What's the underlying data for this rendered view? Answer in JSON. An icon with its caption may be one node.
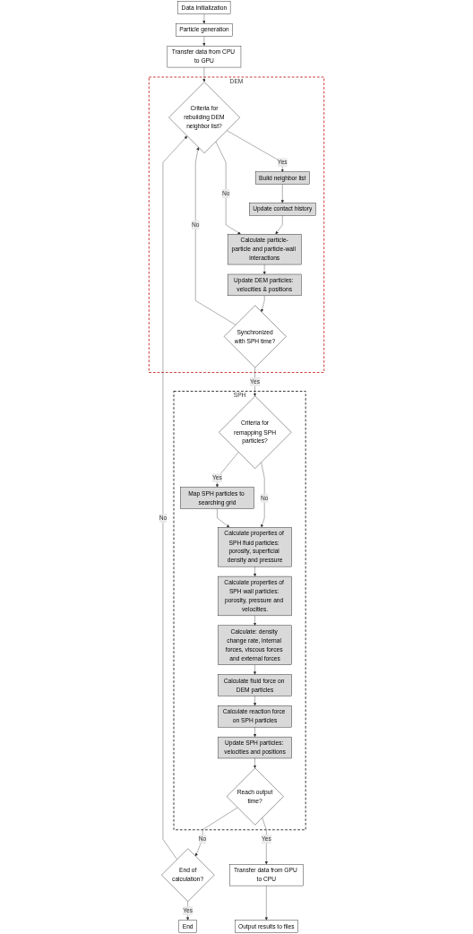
{
  "diagram": {
    "nodes": [
      {
        "text": [
          "Data Initialization"
        ]
      },
      {
        "text": [
          "Particle generation"
        ]
      },
      {
        "text": [
          "Transfer data from CPU to GPU"
        ]
      },
      {
        "text": [
          "DEM"
        ]
      },
      {
        "text": [
          "Criteria for rebuilding DEM neighbor list?"
        ],
        "in": 3
      },
      {
        "text": [
          "Build neighbor list"
        ],
        "in": 3
      },
      {
        "text": [
          "Update contact history"
        ],
        "in": 3
      },
      {
        "text": [
          "Calculate particle-particle and particle-wall interactions"
        ],
        "in": 3
      },
      {
        "text": [
          "Update DEM particles: velocities & positions"
        ],
        "in": 3
      },
      {
        "text": [
          "Synchronized with SPH time?"
        ],
        "in": 3
      },
      {
        "text": [
          "SPH"
        ]
      },
      {
        "text": [
          "Criteria for remapping SPH particles?"
        ],
        "in": 10
      },
      {
        "text": [
          "Map SPH particles to searching grid"
        ],
        "in": 10
      },
      {
        "text": [
          "Calculate properties of SPH fluid particles: porosity, superficial density and pressure"
        ],
        "in": 10
      },
      {
        "text": [
          "Calculate properties of SPH wall particles: porosity, pressure and velocities."
        ],
        "in": 10
      },
      {
        "text": [
          "Calculate: density change rate, internal forces, viscous forces and external forces"
        ],
        "in": 10
      },
      {
        "text": [
          "Calculate fluid force on DEM particles"
        ],
        "in": 10
      },
      {
        "text": [
          "Calculate reaction force on SPH particles"
        ],
        "in": 10
      },
      {
        "text": [
          "Update SPH particles: velocities and positions"
        ],
        "in": 10
      },
      {
        "text": [
          "Reach output time?"
        ],
        "in": 10
      },
      {
        "text": [
          "End of calculation?"
        ]
      },
      {
        "text": [
          "End"
        ]
      },
      {
        "text": [
          "Transfer data from GPU to CPU"
        ]
      },
      {
        "text": [
          "Output results to files"
        ]
      }
    ],
    "edges": [
      {
        "from": 0,
        "to": 1,
        "arrow": "to"
      },
      {
        "from": 1,
        "to": 2,
        "arrow": "to"
      },
      {
        "from": 2,
        "to": 4,
        "arrow": "to"
      },
      {
        "from": 4,
        "to": 5,
        "arrow": "to",
        "label": "Yes"
      },
      {
        "from": 5,
        "to": 6,
        "arrow": "to"
      },
      {
        "from": 6,
        "to": 7,
        "arrow": "to"
      },
      {
        "from": 4,
        "to": 7,
        "arrow": "to",
        "label": "No"
      },
      {
        "from": 7,
        "to": 8,
        "arrow": "to"
      },
      {
        "from": 8,
        "to": 9,
        "arrow": "to"
      },
      {
        "from": 9,
        "to": 4,
        "arrow": "to",
        "label": "No"
      },
      {
        "from": 9,
        "to": 11,
        "arrow": "to",
        "label": "Yes"
      },
      {
        "from": 11,
        "to": 12,
        "arrow": "to",
        "label": "Yes"
      },
      {
        "from": 11,
        "to": 13,
        "arrow": "to",
        "label": "No"
      },
      {
        "from": 12,
        "to": 13,
        "arrow": "to"
      },
      {
        "from": 13,
        "to": 14,
        "arrow": "to"
      },
      {
        "from": 14,
        "to": 15,
        "arrow": "to"
      },
      {
        "from": 15,
        "to": 16,
        "arrow": "to"
      },
      {
        "from": 16,
        "to": 17,
        "arrow": "to"
      },
      {
        "from": 17,
        "to": 18,
        "arrow": "to"
      },
      {
        "from": 18,
        "to": 19,
        "arrow": "to"
      },
      {
        "from": 19,
        "to": 20,
        "arrow": "to",
        "label": "No"
      },
      {
        "from": 19,
        "to": 22,
        "arrow": "to",
        "label": "Yes"
      },
      {
        "from": 20,
        "to": 21,
        "arrow": "to",
        "label": "Yes"
      },
      {
        "from": 20,
        "to": 4,
        "arrow": "to",
        "label": "No"
      },
      {
        "from": 22,
        "to": 23,
        "arrow": "to"
      }
    ]
  }
}
